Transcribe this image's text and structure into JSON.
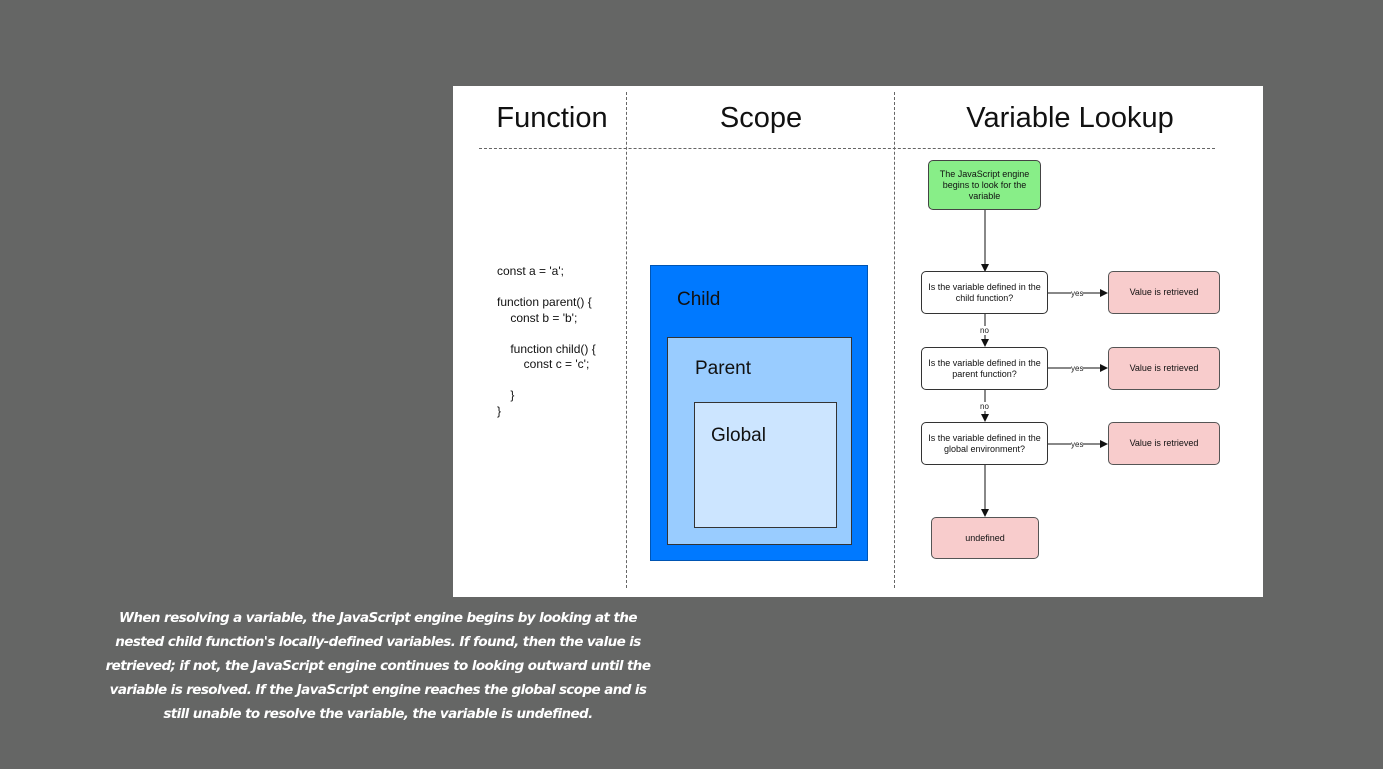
{
  "headers": {
    "function": "Function",
    "scope": "Scope",
    "lookup": "Variable Lookup"
  },
  "code": "const a = 'a';\n\nfunction parent() {\n    const b = 'b';\n\n    function child() {\n        const c = 'c';\n\n    }\n}",
  "scopes": {
    "child": "Child",
    "parent": "Parent",
    "global": "Global"
  },
  "flow": {
    "start": "The JavaScript engine begins to look for the variable",
    "q_child": "Is the variable defined in the child function?",
    "q_parent": "Is the variable defined in the parent function?",
    "q_global": "Is the variable defined in the global environment?",
    "retrieved_1": "Value is retrieved",
    "retrieved_2": "Value is retrieved",
    "retrieved_3": "Value is retrieved",
    "undefined": "undefined",
    "yes_1": "yes",
    "yes_2": "yes",
    "yes_3": "yes",
    "no_1": "no",
    "no_2": "no"
  },
  "colors": {
    "background": "#656665",
    "child_scope": "#0079ff",
    "parent_scope": "#99ccff",
    "global_scope": "#cce5ff",
    "start_node": "#88ee88",
    "result_node": "#f8cccc"
  },
  "caption": "When resolving a variable, the JavaScript engine begins by looking at the nested child function's locally-defined variables. If found, then the value is retrieved; if not, the JavaScript engine continues to looking outward until the variable is resolved. If the JavaScript engine reaches the global scope and is still unable to resolve the variable, the variable is undefined."
}
